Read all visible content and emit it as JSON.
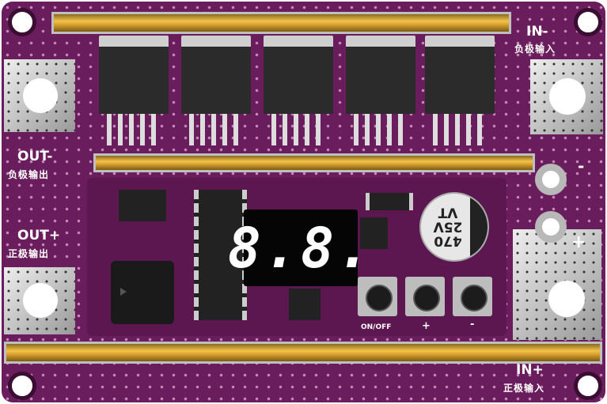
{
  "board": {
    "color": "#6a1d5c",
    "labels": {
      "out_minus": "OUT-",
      "out_minus_cn": "负极输出",
      "out_plus": "OUT+",
      "out_plus_cn": "正极输出",
      "in_minus": "IN-",
      "in_minus_cn": "负极输入",
      "in_plus": "IN+",
      "in_plus_cn": "正极输入",
      "terminal_minus": "-",
      "terminal_plus": "+"
    },
    "display": {
      "digits": "8.8."
    },
    "capacitor": {
      "line1": "470",
      "line2": "25V",
      "line3": "VT"
    },
    "buttons": [
      {
        "label": "ON/OFF"
      },
      {
        "label": "+"
      },
      {
        "label": "-"
      }
    ]
  }
}
